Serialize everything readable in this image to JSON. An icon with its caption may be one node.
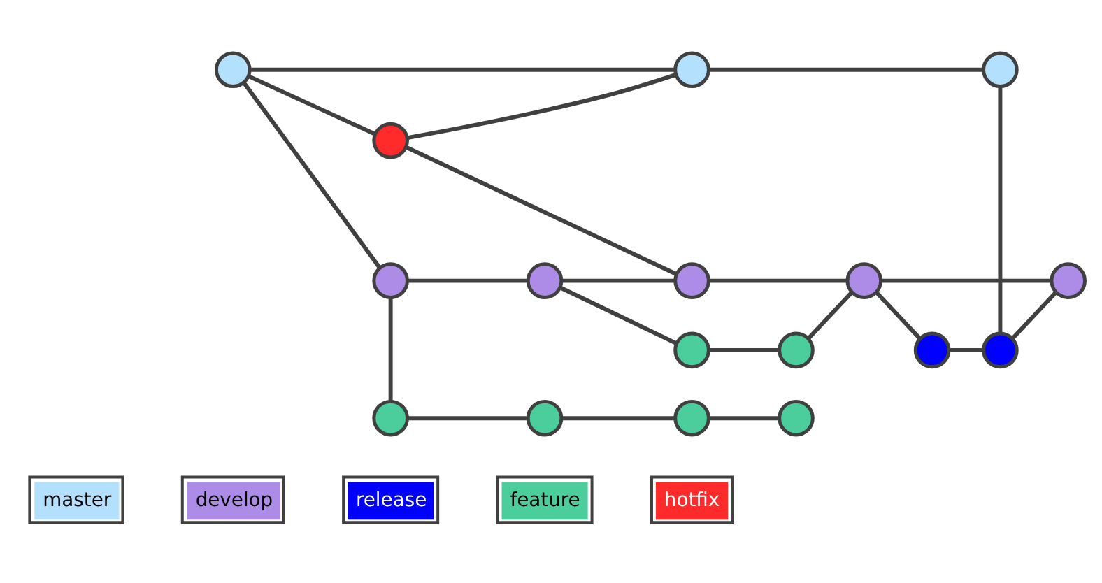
{
  "diagram": {
    "nodes": [
      {
        "text": [],
        "shape": "circle"
      },
      {
        "text": [],
        "shape": "circle"
      },
      {
        "text": [],
        "shape": "circle"
      },
      {
        "text": [],
        "shape": "circle"
      },
      {
        "text": [],
        "shape": "circle"
      },
      {
        "text": [],
        "shape": "circle"
      },
      {
        "text": [],
        "shape": "circle"
      },
      {
        "text": [],
        "shape": "circle"
      },
      {
        "text": [],
        "shape": "circle"
      },
      {
        "text": [],
        "shape": "circle"
      },
      {
        "text": [],
        "shape": "circle"
      },
      {
        "text": [],
        "shape": "circle"
      },
      {
        "text": [],
        "shape": "circle"
      },
      {
        "text": [],
        "shape": "circle"
      },
      {
        "text": [],
        "shape": "circle"
      },
      {
        "text": [],
        "shape": "circle"
      },
      {
        "text": [],
        "shape": "circle"
      }
    ],
    "edges": [
      {
        "from": 0,
        "to": 1,
        "arrow": "none"
      },
      {
        "from": 0,
        "to": 3,
        "arrow": "none"
      },
      {
        "from": 3,
        "to": 1,
        "arrow": "none"
      },
      {
        "from": 1,
        "to": 2,
        "arrow": "none"
      },
      {
        "from": 0,
        "to": 6,
        "arrow": "none"
      },
      {
        "from": 3,
        "to": 8,
        "arrow": "none"
      },
      {
        "from": 6,
        "to": 7,
        "arrow": "none"
      },
      {
        "from": 7,
        "to": 8,
        "arrow": "none"
      },
      {
        "from": 7,
        "to": 11,
        "arrow": "none"
      },
      {
        "from": 11,
        "to": 12,
        "arrow": "none"
      },
      {
        "from": 12,
        "to": 9,
        "arrow": "none"
      },
      {
        "from": 8,
        "to": 9,
        "arrow": "none"
      },
      {
        "from": 9,
        "to": 4,
        "arrow": "none"
      },
      {
        "from": 4,
        "to": 5,
        "arrow": "none"
      },
      {
        "from": 5,
        "to": 2,
        "arrow": "none"
      },
      {
        "from": 5,
        "to": 10,
        "arrow": "none"
      },
      {
        "from": 9,
        "to": 10,
        "arrow": "none"
      },
      {
        "from": 6,
        "to": 13,
        "arrow": "none"
      },
      {
        "from": 13,
        "to": 14,
        "arrow": "none"
      },
      {
        "from": 14,
        "to": 15,
        "arrow": "none"
      },
      {
        "from": 15,
        "to": 16,
        "arrow": "none"
      }
    ],
    "legend": [
      {
        "text": "master",
        "color": "#b3e0fc"
      },
      {
        "text": "develop",
        "color": "#ac8ce6"
      },
      {
        "text": "release",
        "color": "#0000ff"
      },
      {
        "text": "feature",
        "color": "#4ccd9c"
      },
      {
        "text": "hotfix",
        "color": "#ff2a2a"
      }
    ]
  }
}
